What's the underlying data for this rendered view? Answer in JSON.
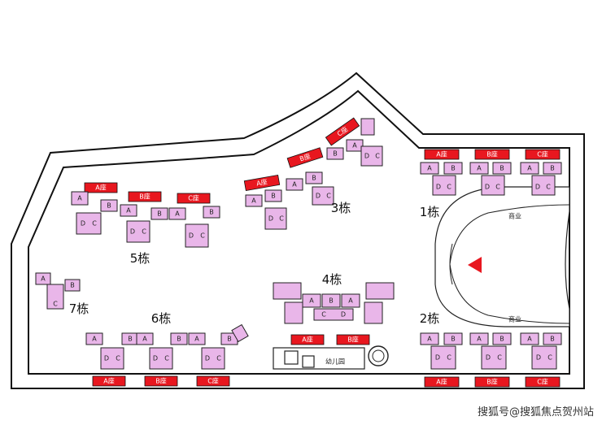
{
  "buildings": {
    "b1": "1栋",
    "b2": "2栋",
    "b3": "3栋",
    "b4": "4栋",
    "b5": "5栋",
    "b6": "6栋",
    "b7": "7栋"
  },
  "seats": {
    "a": "A座",
    "b": "B座",
    "c": "C座"
  },
  "units": {
    "a": "A",
    "b": "B",
    "c": "C",
    "d": "D"
  },
  "areas": {
    "commercial": "商业",
    "kindergarten": "幼儿园"
  },
  "colors": {
    "unit": "#e9b6e9",
    "tag": "#e8171f",
    "marker": "#e8171f"
  },
  "watermark": "搜狐号@搜狐焦点贺州站"
}
